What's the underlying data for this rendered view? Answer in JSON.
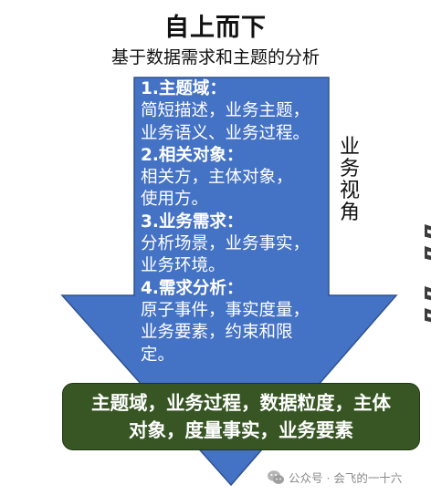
{
  "title": "自上而下",
  "subtitle": "基于数据需求和主题的分析",
  "side_label": [
    "业",
    "务",
    "视",
    "角"
  ],
  "sections": [
    {
      "heading": "1.主题域：",
      "lines": [
        "简短描述，业务主题，",
        "业务语义、业务过程。"
      ]
    },
    {
      "heading": "2.相关对象：",
      "lines": [
        "相关方，主体对象，",
        "使用方。"
      ]
    },
    {
      "heading": "3.业务需求：",
      "lines": [
        "分析场景，业务事实，",
        "业务环境。"
      ]
    },
    {
      "heading": "4.需求分析：",
      "lines": [
        "原子事件，事实度量，",
        "业务要素，约束和限",
        "定。"
      ]
    }
  ],
  "result": {
    "line1": "主题域，业务过程，数据粒度，主体",
    "line2": "对象，度量事实，业务要素"
  },
  "watermark": "公众号 · 会飞的一十六",
  "colors": {
    "arrow_fill": "#4472c4",
    "arrow_stroke": "#2f528f",
    "result_fill": "#375623",
    "text_dark": "#111111"
  }
}
